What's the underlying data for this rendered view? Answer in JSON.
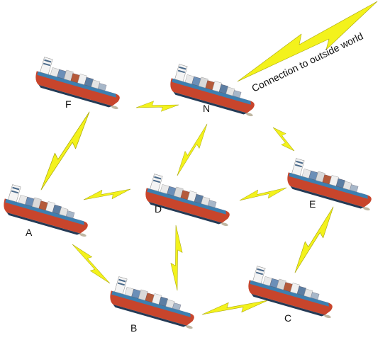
{
  "diagram": {
    "nodes": [
      {
        "id": "F",
        "label": "F",
        "icon": "container-ship-icon"
      },
      {
        "id": "N",
        "label": "N",
        "icon": "container-ship-icon"
      },
      {
        "id": "D",
        "label": "D",
        "icon": "container-ship-icon"
      },
      {
        "id": "E",
        "label": "E",
        "icon": "container-ship-icon"
      },
      {
        "id": "A",
        "label": "A",
        "icon": "container-ship-icon"
      },
      {
        "id": "B",
        "label": "B",
        "icon": "container-ship-icon"
      },
      {
        "id": "C",
        "label": "C",
        "icon": "container-ship-icon"
      }
    ],
    "links": [
      {
        "from": "F",
        "to": "N"
      },
      {
        "from": "F",
        "to": "A"
      },
      {
        "from": "N",
        "to": "D"
      },
      {
        "from": "N",
        "to": "E"
      },
      {
        "from": "A",
        "to": "D"
      },
      {
        "from": "D",
        "to": "E"
      },
      {
        "from": "A",
        "to": "B"
      },
      {
        "from": "D",
        "to": "B"
      },
      {
        "from": "E",
        "to": "C"
      },
      {
        "from": "B",
        "to": "C"
      }
    ],
    "external_link": {
      "from": "N",
      "label": "Connection to outside world"
    },
    "colors": {
      "bolt": "#f3f21c",
      "hull_red": "#c8452c",
      "hull_blue": "#3d7fb0",
      "hull_dark": "#243a55"
    }
  }
}
